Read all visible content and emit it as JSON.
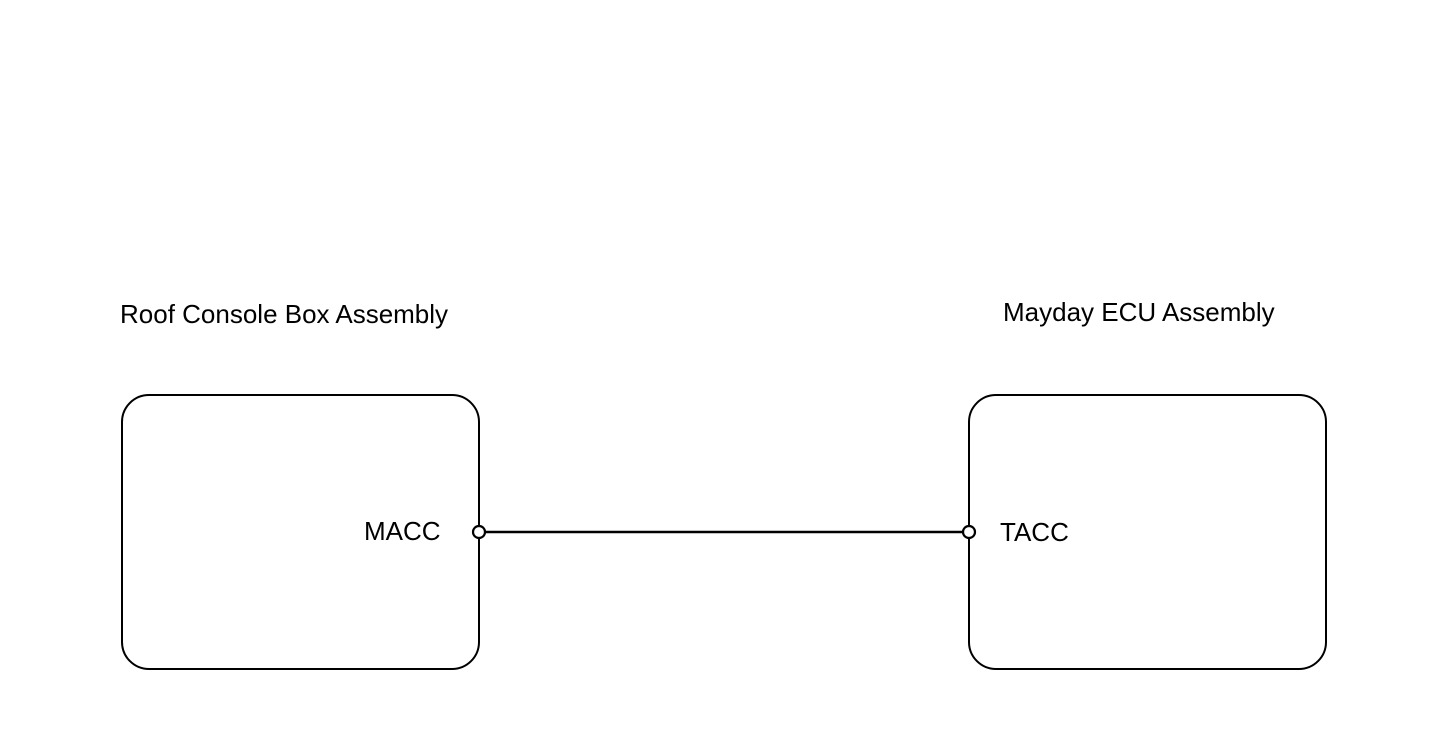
{
  "components": {
    "left": {
      "title": "Roof Console Box Assembly",
      "pin": "MACC"
    },
    "right": {
      "title": "Mayday ECU Assembly",
      "pin": "TACC"
    }
  },
  "colors": {
    "stroke": "#000000",
    "background": "#ffffff"
  }
}
